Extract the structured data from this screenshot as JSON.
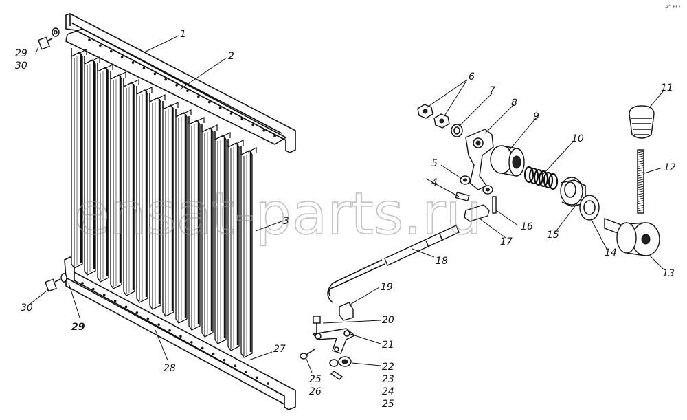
{
  "watermark": "ensat-parts.ru",
  "corner_mark": "А° •••",
  "parts": [
    {
      "id": "p1",
      "label": "1"
    },
    {
      "id": "p2",
      "label": "2"
    },
    {
      "id": "p3",
      "label": "3"
    },
    {
      "id": "p4",
      "label": "4"
    },
    {
      "id": "p5",
      "label": "5"
    },
    {
      "id": "p6",
      "label": "6"
    },
    {
      "id": "p7",
      "label": "7"
    },
    {
      "id": "p8",
      "label": "8"
    },
    {
      "id": "p9",
      "label": "9"
    },
    {
      "id": "p10",
      "label": "10"
    },
    {
      "id": "p11",
      "label": "11"
    },
    {
      "id": "p12",
      "label": "12"
    },
    {
      "id": "p13",
      "label": "13"
    },
    {
      "id": "p14",
      "label": "14"
    },
    {
      "id": "p15",
      "label": "15"
    },
    {
      "id": "p16",
      "label": "16"
    },
    {
      "id": "p17",
      "label": "17"
    },
    {
      "id": "p18",
      "label": "18"
    },
    {
      "id": "p19",
      "label": "19"
    },
    {
      "id": "p20",
      "label": "20"
    },
    {
      "id": "p21",
      "label": "21"
    },
    {
      "id": "p22",
      "label": "22"
    },
    {
      "id": "p23",
      "label": "23"
    },
    {
      "id": "p24",
      "label": "24"
    },
    {
      "id": "p25a",
      "label": "25"
    },
    {
      "id": "p25b",
      "label": "25"
    },
    {
      "id": "p26",
      "label": "26"
    },
    {
      "id": "p27",
      "label": "27"
    },
    {
      "id": "p28",
      "label": "28"
    },
    {
      "id": "p29a",
      "label": "29"
    },
    {
      "id": "p29b",
      "label": "29"
    },
    {
      "id": "p30a",
      "label": "30"
    },
    {
      "id": "p30b",
      "label": "30"
    }
  ]
}
